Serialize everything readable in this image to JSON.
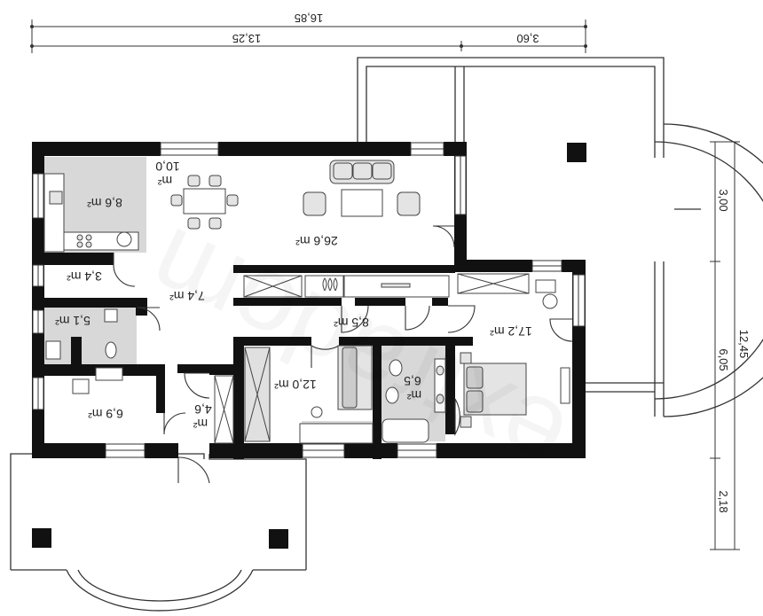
{
  "dimensions": {
    "total_width": "16,85",
    "left_width": "13,25",
    "right_width": "3,60",
    "segment_top": "3,00",
    "segment_middle": "6,05",
    "segment_bottom": "2,18",
    "total_height": "12,45"
  },
  "rooms": {
    "kitchen": "8,6 m²",
    "dining_value": "10,0",
    "dining_unit": "m²",
    "living": "26,6 m²",
    "pantry": "3,4 m²",
    "hall": "7,4 m²",
    "wc": "5,1 m²",
    "corridor": "8,5 m²",
    "boiler": "6,9 m²",
    "vestibule_value": "4,6",
    "vestibule_unit": "m²",
    "bedroom_small": "12,0 m²",
    "bathroom_value": "6,5",
    "bathroom_unit": "m²",
    "bedroom_master": "17,2 m²"
  },
  "watermark": "extradom",
  "colors": {
    "wall": "#111111",
    "floor_grey": "#d6d6d6",
    "terrace_line": "#333333",
    "furniture_fill": "#e2e2e2",
    "furniture_stroke": "#444444"
  }
}
